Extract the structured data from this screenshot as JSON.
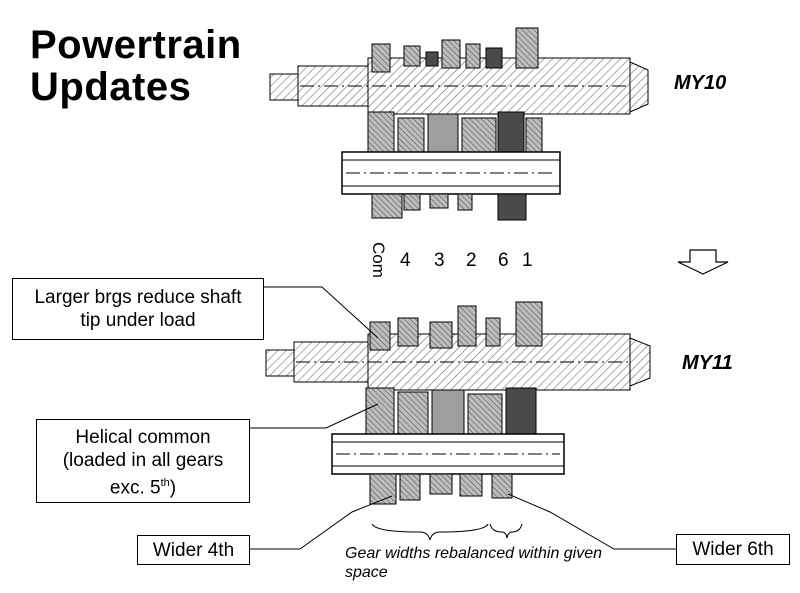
{
  "title_line1": "Powertrain",
  "title_line2": "Updates",
  "model_top": "MY10",
  "model_bottom": "MY11",
  "gear_labels": {
    "com": "Com",
    "g4": "4",
    "g3": "3",
    "g2": "2",
    "g6": "6",
    "g1": "1"
  },
  "callouts": {
    "bearings_line1": "Larger brgs reduce shaft",
    "bearings_line2": "tip under load",
    "helical_line1": "Helical common",
    "helical_line2": "(loaded in all gears",
    "helical_line3_pre": "exc. 5",
    "helical_line3_sup": "th",
    "helical_line3_post": ")",
    "wider4": "Wider 4th",
    "wider6": "Wider 6th"
  },
  "note": "Gear widths rebalanced within given space",
  "colors": {
    "ink": "#000000",
    "gear_fill": "#bdbdbd",
    "gear_dark": "#4a4a4a",
    "hatch": "#6e6e6e"
  }
}
